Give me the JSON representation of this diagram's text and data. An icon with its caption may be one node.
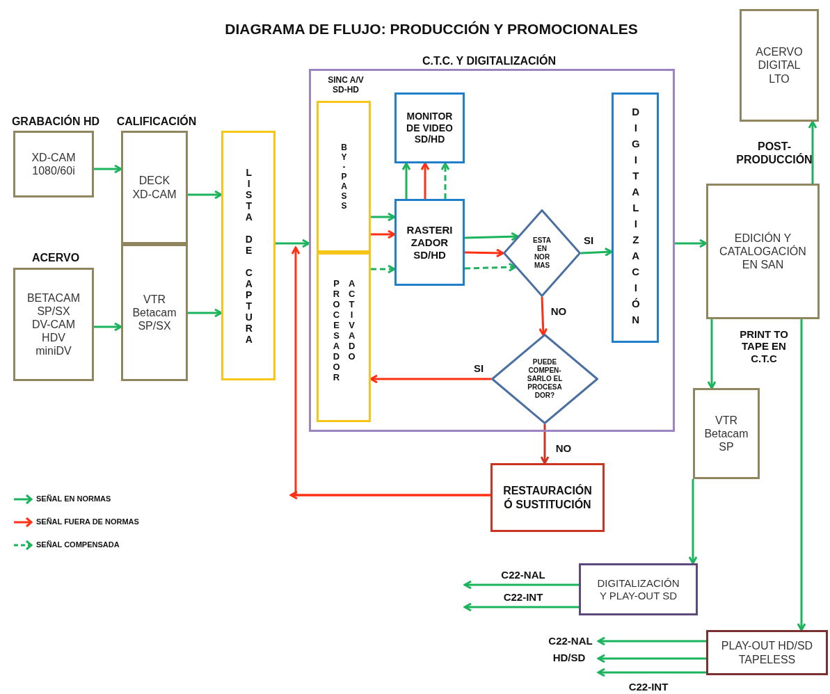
{
  "diagram": {
    "title": "DIAGRAMA DE FLUJO: PRODUCCIÓN Y PROMOCIONALES",
    "nodes": [
      {
        "text": [
          "GRABACIÓN HD",
          "XD-CAM 1080/60i"
        ]
      },
      {
        "text": [
          "ACERVO",
          "BETACAM SP/SX DV-CAM HDV miniDV"
        ]
      },
      {
        "text": [
          "CALIFICACIÓN",
          "DECK XD-CAM"
        ]
      },
      {
        "text": [
          "VTR Betacam SP/SX"
        ]
      },
      {
        "text": [
          "LISTA DE CAPTURA"
        ]
      },
      {
        "text": [
          "C.T.C. Y DIGITALIZACIÓN"
        ]
      },
      {
        "text": [
          "SINC A/V SD-HD",
          "BY-PASS"
        ],
        "in": 5
      },
      {
        "text": [
          "PROCESADOR ACTIVADO"
        ],
        "in": 5
      },
      {
        "text": [
          "MONITOR DE VIDEO SD/HD"
        ],
        "in": 5
      },
      {
        "text": [
          "RASTERI ZADOR SD/HD"
        ],
        "in": 5
      },
      {
        "text": [
          "ESTA EN NOR MAS"
        ],
        "in": 5
      },
      {
        "text": [
          "DIGITALIZACIÓN"
        ],
        "in": 5
      },
      {
        "text": [
          "PUEDE COMPEN- SARLO EL PROCESA DOR?"
        ],
        "in": 5
      },
      {
        "text": [
          "RESTAURACIÓN Ó SUSTITUCIÓN"
        ]
      },
      {
        "text": [
          "ACERVO DIGITAL LTO"
        ]
      },
      {
        "text": [
          "POST- PRODUCCIÓN",
          "EDICIÓN Y CATALOGACIÓN EN SAN"
        ]
      },
      {
        "text": [
          "VTR Betacam SP"
        ]
      },
      {
        "text": [
          "DIGITALIZACIÓN Y PLAY-OUT SD"
        ]
      },
      {
        "text": [
          "PLAY-OUT HD/SD TAPELESS"
        ]
      }
    ],
    "edges": [
      {
        "from": 0,
        "to": 2,
        "arrow": "to"
      },
      {
        "from": 1,
        "to": 3,
        "arrow": "to"
      },
      {
        "from": 2,
        "to": 4,
        "arrow": "to"
      },
      {
        "from": 3,
        "to": 4,
        "arrow": "to"
      },
      {
        "from": 4,
        "to": 5,
        "arrow": "to"
      },
      {
        "from": 6,
        "to": 9,
        "arrow": "to"
      },
      {
        "from": 6,
        "to": 9,
        "arrow": "to",
        "color": "#ff3014"
      },
      {
        "from": 7,
        "to": 9,
        "arrow": "to",
        "style": "dashed"
      },
      {
        "from": 9,
        "to": 8,
        "arrow": "to"
      },
      {
        "from": 9,
        "to": 8,
        "arrow": "to",
        "color": "#ff3014"
      },
      {
        "from": 9,
        "to": 8,
        "arrow": "to",
        "style": "dashed"
      },
      {
        "from": 9,
        "to": 10,
        "arrow": "to"
      },
      {
        "from": 9,
        "to": 10,
        "arrow": "to",
        "color": "#ff3014"
      },
      {
        "from": 9,
        "to": 10,
        "arrow": "to",
        "style": "dashed"
      },
      {
        "from": 10,
        "to": 11,
        "arrow": "to",
        "label": "SI"
      },
      {
        "from": 10,
        "to": 12,
        "arrow": "to",
        "label": "NO",
        "color": "#ff3014"
      },
      {
        "from": 12,
        "to": 7,
        "arrow": "to",
        "label": "SI",
        "color": "#ff3014"
      },
      {
        "from": 12,
        "to": 13,
        "arrow": "to",
        "label": "NO",
        "color": "#cc3320"
      },
      {
        "from": 13,
        "to": null,
        "arrow": "to",
        "color": "#ff3014"
      },
      {
        "from": 13,
        "to": 5,
        "arrow": "to",
        "color": "#ff3014"
      },
      {
        "from": 5,
        "to": 15,
        "arrow": "to"
      },
      {
        "from": 15,
        "to": 14,
        "arrow": "to"
      },
      {
        "from": 15,
        "to": 16,
        "arrow": "to",
        "label": "PRINT TO TAPE EN C.T.C"
      },
      {
        "from": 15,
        "to": 18,
        "arrow": "to"
      },
      {
        "from": 16,
        "to": 17,
        "arrow": "to"
      },
      {
        "from": 17,
        "to": null,
        "arrow": "to",
        "label": "C22-NAL"
      },
      {
        "from": 17,
        "to": null,
        "arrow": "to",
        "label": "C22-INT"
      },
      {
        "from": 18,
        "to": null,
        "arrow": "to",
        "label": "C22-NAL"
      },
      {
        "from": 18,
        "to": null,
        "arrow": "to",
        "label": "HD/SD"
      },
      {
        "from": 18,
        "to": null,
        "arrow": "to",
        "label": "C22-INT"
      }
    ],
    "legend": [
      {
        "text": "SEÑAL EN NORMAS"
      },
      {
        "text": "SEÑAL FUERA DE NORMAS"
      },
      {
        "text": "SEÑAL COMPENSADA"
      }
    ]
  }
}
